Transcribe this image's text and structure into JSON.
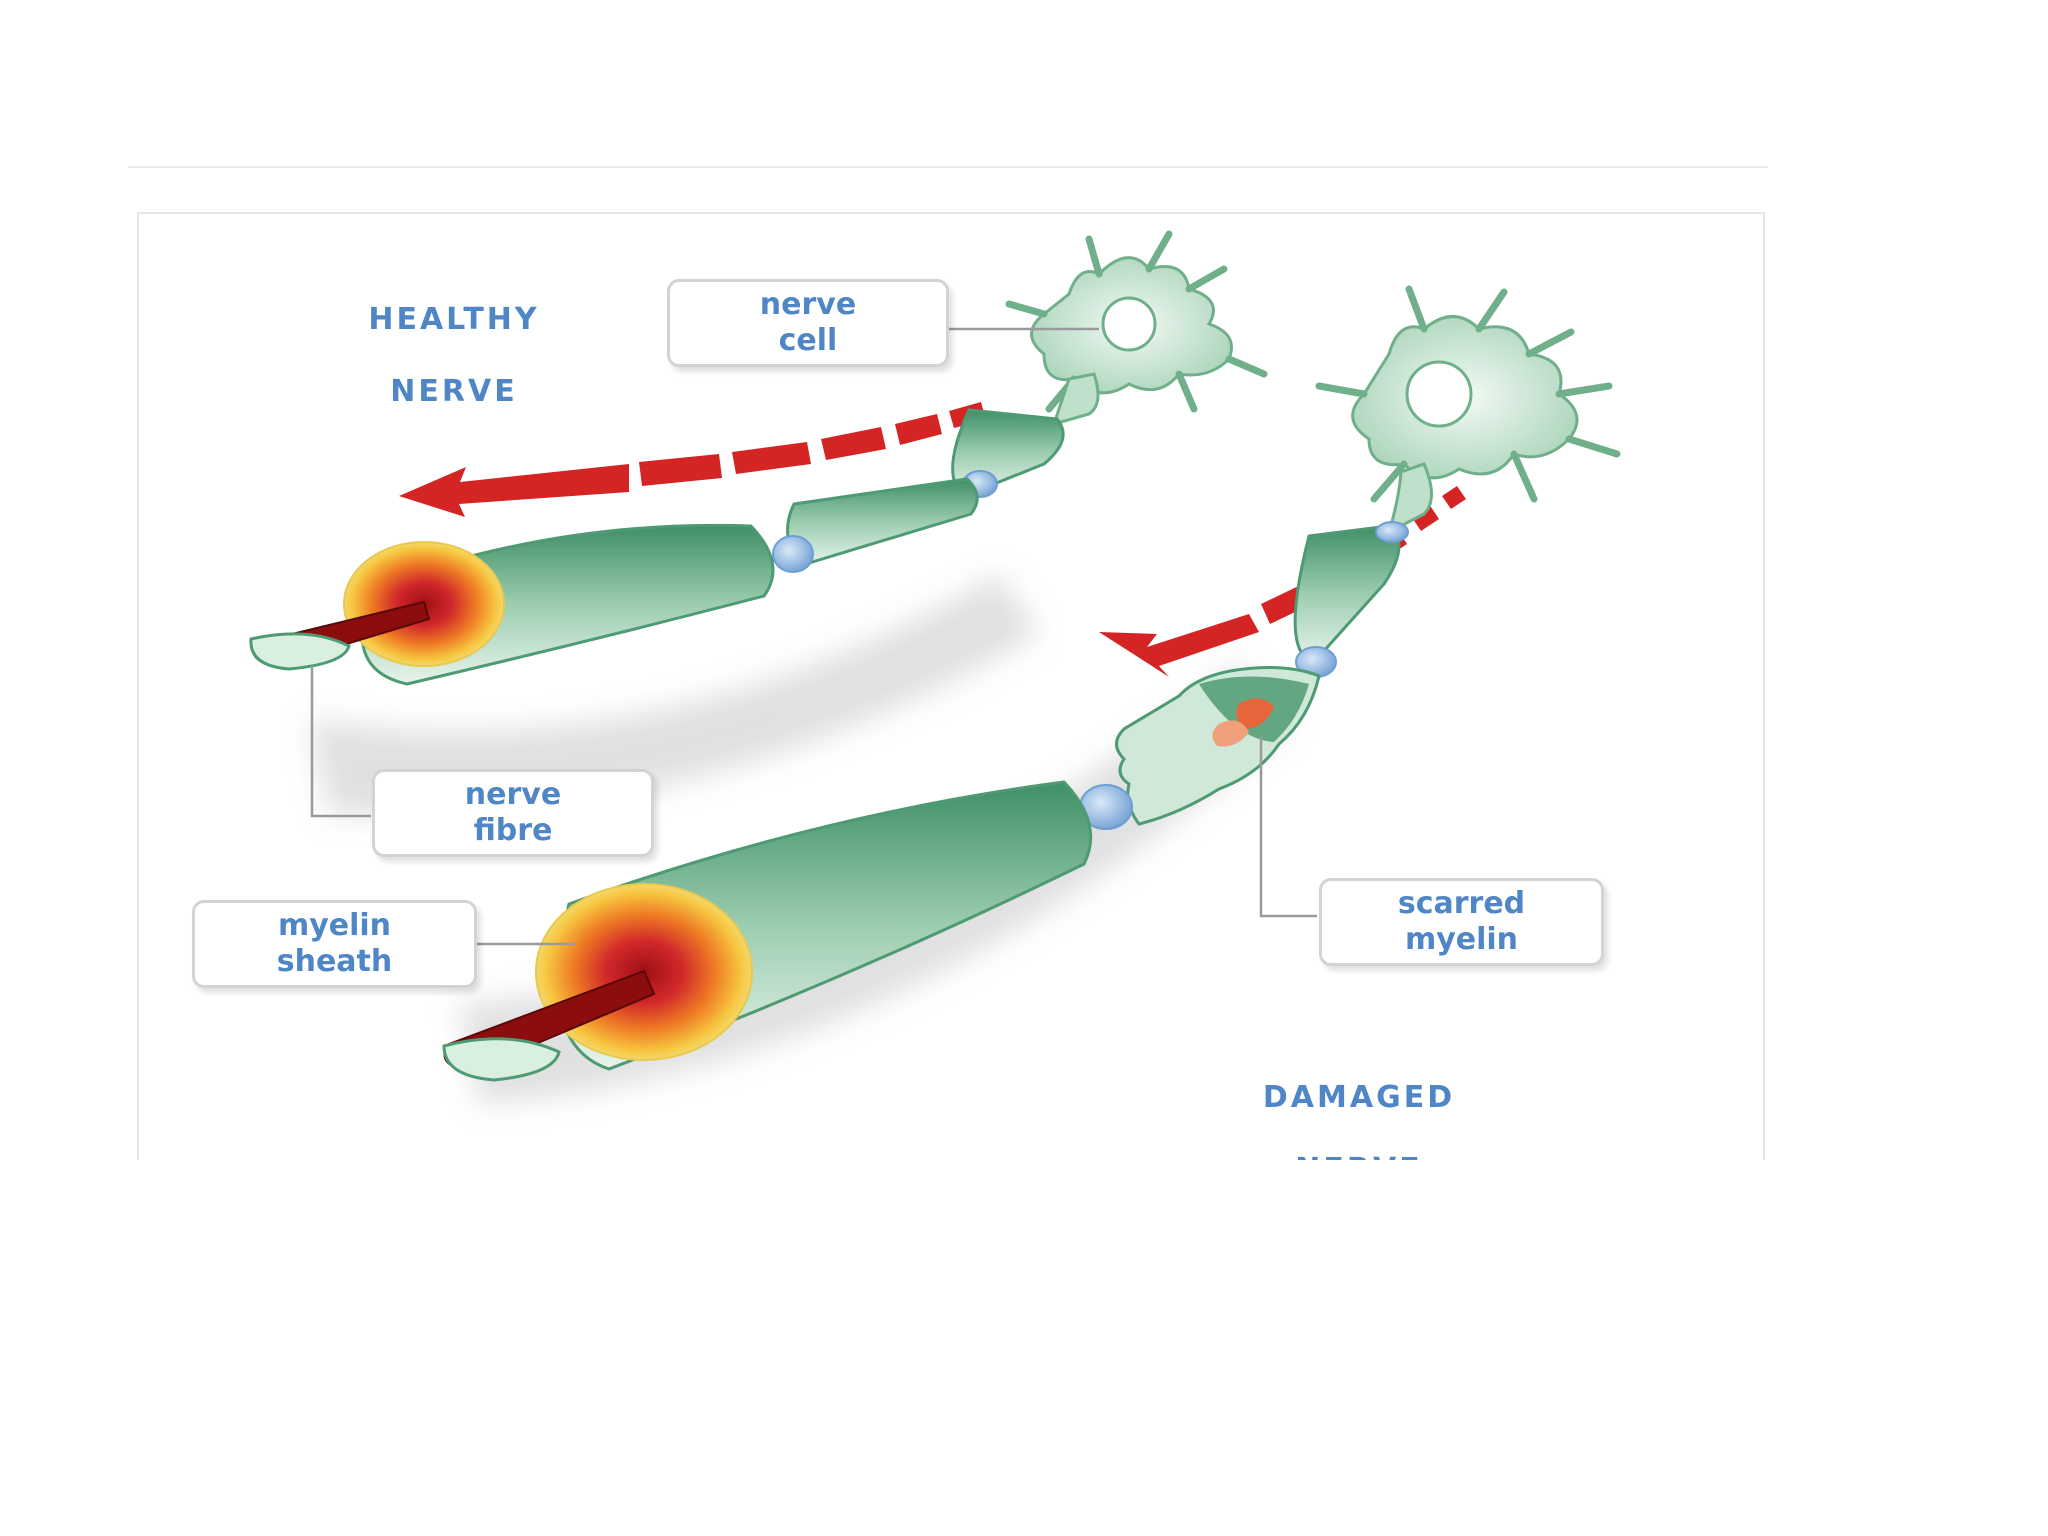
{
  "diagram": {
    "titles": {
      "healthy": {
        "line1": "HEALTHY",
        "line2": "NERVE"
      },
      "damaged": {
        "line1": "DAMAGED",
        "line2": "NERVE"
      }
    },
    "labels": {
      "nerve_cell": {
        "line1": "nerve",
        "line2": "cell"
      },
      "nerve_fibre": {
        "line1": "nerve",
        "line2": "fibre"
      },
      "myelin_sheath": {
        "line1": "myelin",
        "line2": "sheath"
      },
      "scarred_myelin": {
        "line1": "scarred",
        "line2": "myelin"
      }
    },
    "colors": {
      "label_text": "#4f86c6",
      "myelin": "#8fc6a6",
      "signal_arrow": "#d42424",
      "node_of_ranvier": "#a9c9ec",
      "axon_core": "#8b0d0d",
      "scar": "#e8643a"
    }
  }
}
